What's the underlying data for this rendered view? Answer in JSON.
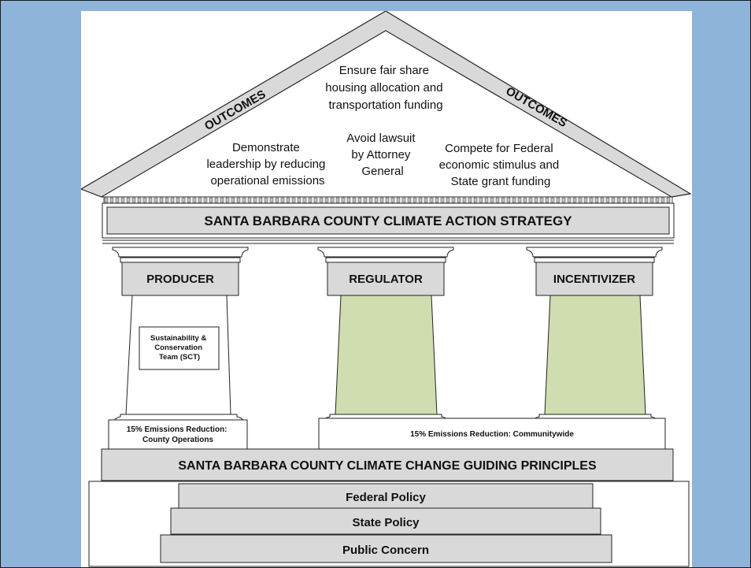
{
  "roof": {
    "left_label": "OUTCOMES",
    "right_label": "OUTCOMES",
    "center_lines": [
      "Ensure fair share",
      "housing allocation and",
      "transportation funding"
    ],
    "left_lines": [
      "Demonstrate",
      "leadership by reducing",
      "operational emissions"
    ],
    "middle_lines": [
      "Avoid lawsuit",
      "by Attorney",
      "General"
    ],
    "right_lines": [
      "Compete for  Federal",
      "economic stimulus and",
      "State grant funding"
    ]
  },
  "entablature": {
    "title": "SANTA BARBARA COUNTY CLIMATE ACTION STRATEGY"
  },
  "pillars": [
    {
      "label": "PRODUCER",
      "fill": "#ffffff",
      "inner_box": [
        "Sustainability &",
        "Conservation",
        "Team (SCT)"
      ]
    },
    {
      "label": "REGULATOR",
      "fill": "#d0ddb0"
    },
    {
      "label": "INCENTIVIZER",
      "fill": "#d0ddb0"
    }
  ],
  "bases": {
    "county": [
      "15% Emissions Reduction:",
      "County Operations"
    ],
    "community": "15% Emissions Reduction: Communitywide"
  },
  "foundation": {
    "title": "SANTA BARBARA COUNTY CLIMATE CHANGE GUIDING PRINCIPLES"
  },
  "steps": [
    "Federal Policy",
    "State Policy",
    "Public Concern"
  ],
  "colors": {
    "background": "#8fb4d9",
    "gray": "#d9d9d9",
    "green": "#d0ddb0",
    "stroke": "#222222"
  }
}
